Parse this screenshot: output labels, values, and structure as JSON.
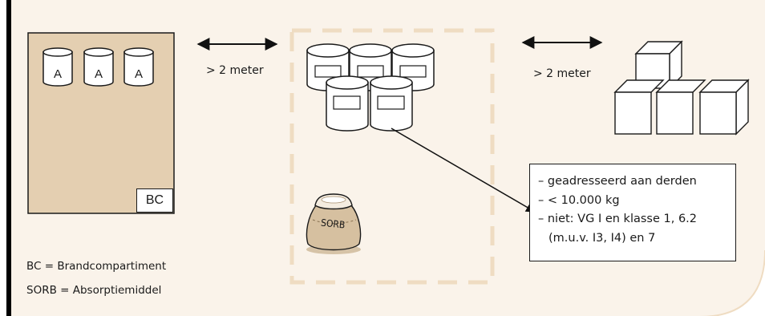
{
  "distance_left": "> 2 meter",
  "distance_right": "> 2 meter",
  "fire_compartment": {
    "code": "BC",
    "drums": [
      "A",
      "A",
      "A"
    ]
  },
  "sorb_bag_label": "SORB",
  "conditions": [
    "– geadresseerd aan derden",
    "– < 10.000 kg",
    "– niet: VG I en klasse 1, 6.2",
    "(m.u.v. I3, I4) en 7"
  ],
  "legend": {
    "bc": "BC = Brandcompartiment",
    "sorb": "SORB = Absorptiemiddel"
  },
  "colors": {
    "panel_background": "#faf3ea",
    "compartment_fill": "#e4cfb1",
    "dashed_border": "#efdcc2",
    "sack": "#d6c0a0"
  }
}
